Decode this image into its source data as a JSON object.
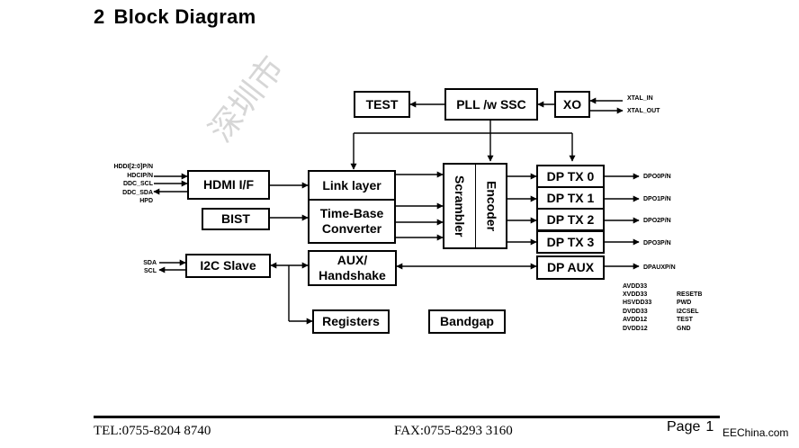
{
  "section": {
    "number": "2",
    "title": "Block Diagram"
  },
  "watermark": "深圳市",
  "blocks": {
    "test": "TEST",
    "pll": "PLL /w SSC",
    "xo": "XO",
    "hdmi_if": "HDMI I/F",
    "link_layer": "Link layer",
    "bist": "BIST",
    "time_base": "Time-Base Converter",
    "scrambler": "Scrambler",
    "encoder": "Encoder",
    "dp_tx0": "DP TX 0",
    "dp_tx1": "DP TX 1",
    "dp_tx2": "DP TX 2",
    "dp_tx3": "DP TX 3",
    "i2c_slave": "I2C Slave",
    "aux_handshake": "AUX/ Handshake",
    "dp_aux": "DP AUX",
    "registers": "Registers",
    "bandgap": "Bandgap"
  },
  "signals": {
    "xtal_in": "XTAL_IN",
    "xtal_out": "XTAL_OUT",
    "hdmi_inputs": [
      "HDDI[2:0]P/N",
      "HDCIP/N",
      "DDC_SCL",
      "DDC_SDA",
      "HPD"
    ],
    "i2c_inputs": [
      "SDA",
      "SCL"
    ],
    "dp0": "DPO0P/N",
    "dp1": "DPO1P/N",
    "dp2": "DPO2P/N",
    "dp3": "DPO3P/N",
    "dpaux": "DPAUXP/N",
    "power_pins": [
      "AVDD33",
      "XVDD33",
      "HSVDD33",
      "DVDD33",
      "AVDD12",
      "DVDD12"
    ],
    "control_pins": [
      "RESETB",
      "PWD",
      "I2CSEL",
      "TEST",
      "GND"
    ]
  },
  "footer": {
    "tel": "TEL:0755-8204 8740",
    "fax": "FAX:0755-8293 3160",
    "page_label": "Page",
    "page_number": "1",
    "brand": "EEChina.com"
  }
}
